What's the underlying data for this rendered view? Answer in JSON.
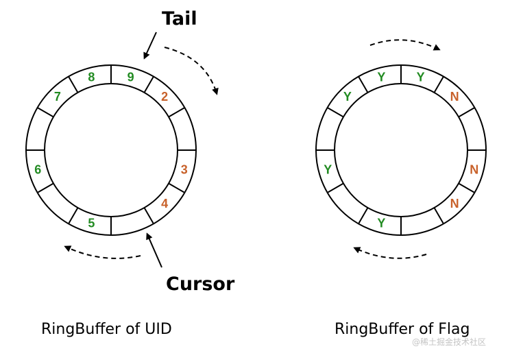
{
  "colors": {
    "green": "#228B22",
    "orange": "#C8612A",
    "stroke": "#000000"
  },
  "uid_ring": {
    "caption": "RingBuffer of UID",
    "pointers": {
      "tail": "Tail",
      "cursor": "Cursor"
    },
    "slots": [
      {
        "text": "9",
        "state": "green"
      },
      {
        "text": "2",
        "state": "orange"
      },
      {
        "text": "",
        "state": "none"
      },
      {
        "text": "3",
        "state": "orange"
      },
      {
        "text": "4",
        "state": "orange"
      },
      {
        "text": "",
        "state": "none"
      },
      {
        "text": "5",
        "state": "green"
      },
      {
        "text": "",
        "state": "none"
      },
      {
        "text": "6",
        "state": "green"
      },
      {
        "text": "",
        "state": "none"
      },
      {
        "text": "7",
        "state": "green"
      },
      {
        "text": "8",
        "state": "green"
      }
    ]
  },
  "flag_ring": {
    "caption": "RingBuffer of Flag",
    "slots": [
      {
        "text": "Y",
        "state": "green"
      },
      {
        "text": "N",
        "state": "orange"
      },
      {
        "text": "",
        "state": "none"
      },
      {
        "text": "N",
        "state": "orange"
      },
      {
        "text": "N",
        "state": "orange"
      },
      {
        "text": "",
        "state": "none"
      },
      {
        "text": "Y",
        "state": "green"
      },
      {
        "text": "",
        "state": "none"
      },
      {
        "text": "Y",
        "state": "green"
      },
      {
        "text": "",
        "state": "none"
      },
      {
        "text": "Y",
        "state": "green"
      },
      {
        "text": "Y",
        "state": "green"
      }
    ]
  },
  "watermark": "@稀土掘金技术社区"
}
